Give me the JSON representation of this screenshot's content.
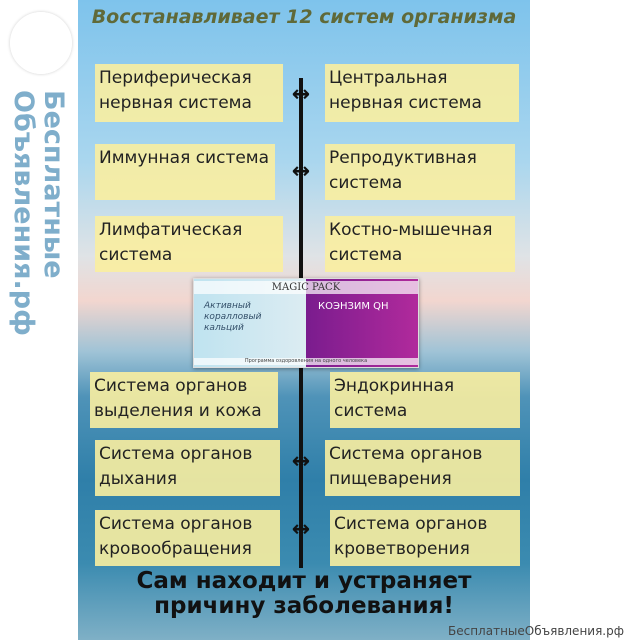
{
  "title": "Восстанавливает 12 систем организма",
  "left": [
    "Периферическая нервная система",
    "Иммунная система",
    "Лимфатическая система",
    "Система органов выделения и кожа",
    "Система органов дыхания",
    "Система органов кровообращения"
  ],
  "right": [
    "Центральная нервная система",
    "Репродуктивная система",
    "Костно-мышечная система",
    "Эндокринная система",
    "Система органов пищеварения",
    "Система органов кроветворения"
  ],
  "product": {
    "brand": "MAGIC PACK",
    "left_name": "Активный коралловый кальций",
    "right_name": "КОЭНЗИМ QH",
    "footer": "Программа оздоровления на одного человека"
  },
  "bottom": "Сам находит и устраняет причину заболевания!",
  "watermark": {
    "top": "Бесплатные Объявления.рф",
    "bottom": "БесплатныеОбъявления.рф"
  }
}
